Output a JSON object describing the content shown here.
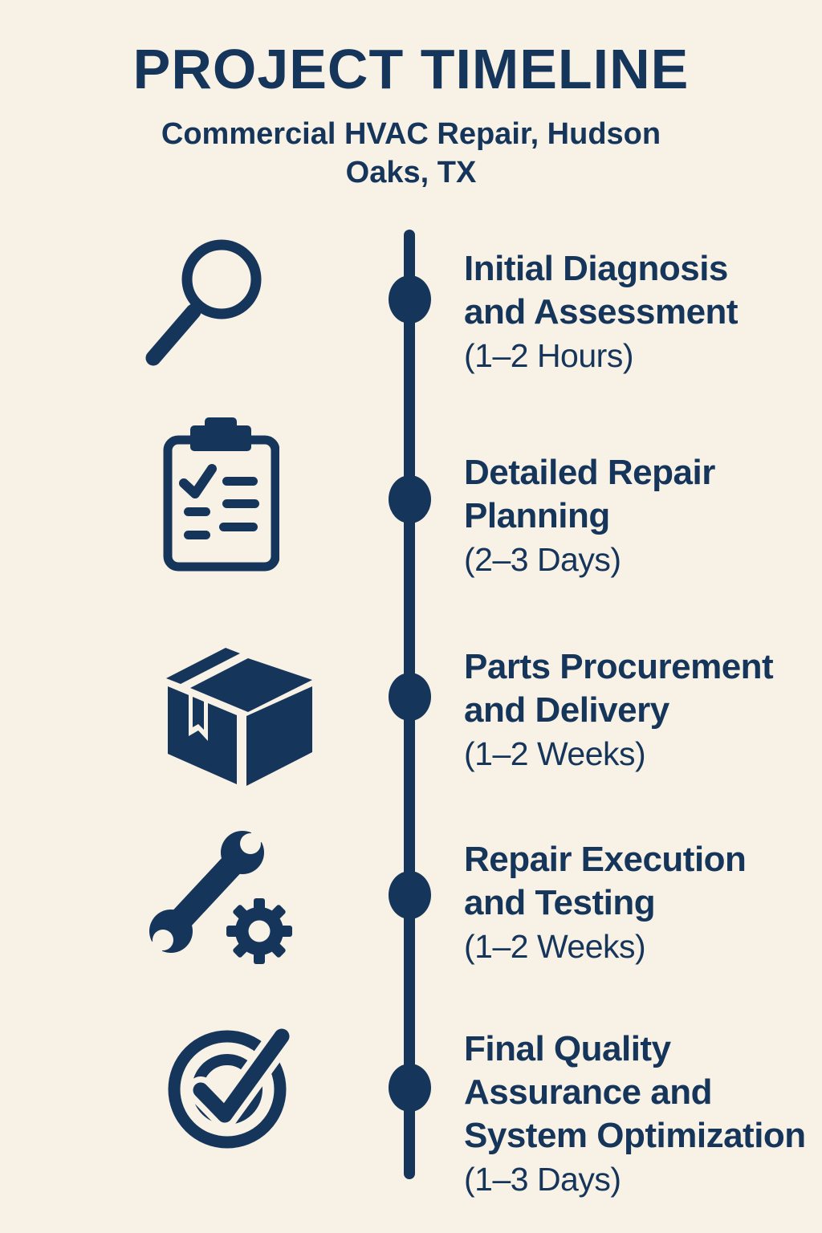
{
  "page": {
    "title": "PROJECT TIMELINE",
    "subtitle_line1": "Commercial HVAC Repair, Hudson",
    "subtitle_line2": "Oaks, TX"
  },
  "colors": {
    "background": "#f8f1e5",
    "navy": "#16355a"
  },
  "timeline": {
    "milestones": [
      {
        "icon": "magnifier-icon",
        "title_lines": [
          "Initial Diagnosis",
          "and Assessment"
        ],
        "duration": "(1–2 Hours)"
      },
      {
        "icon": "clipboard-checklist-icon",
        "title_lines": [
          "Detailed Repair",
          "Planning"
        ],
        "duration": "(2–3 Days)"
      },
      {
        "icon": "package-box-icon",
        "title_lines": [
          "Parts Procurement",
          "and Delivery"
        ],
        "duration": "(1–2 Weeks)"
      },
      {
        "icon": "wrench-gear-icon",
        "title_lines": [
          "Repair Execution",
          "and Testing"
        ],
        "duration": "(1–2 Weeks)"
      },
      {
        "icon": "target-checkmark-icon",
        "title_lines": [
          "Final Quality",
          "Assurance and",
          "System Optimization"
        ],
        "duration": "(1–3 Days)"
      }
    ]
  }
}
